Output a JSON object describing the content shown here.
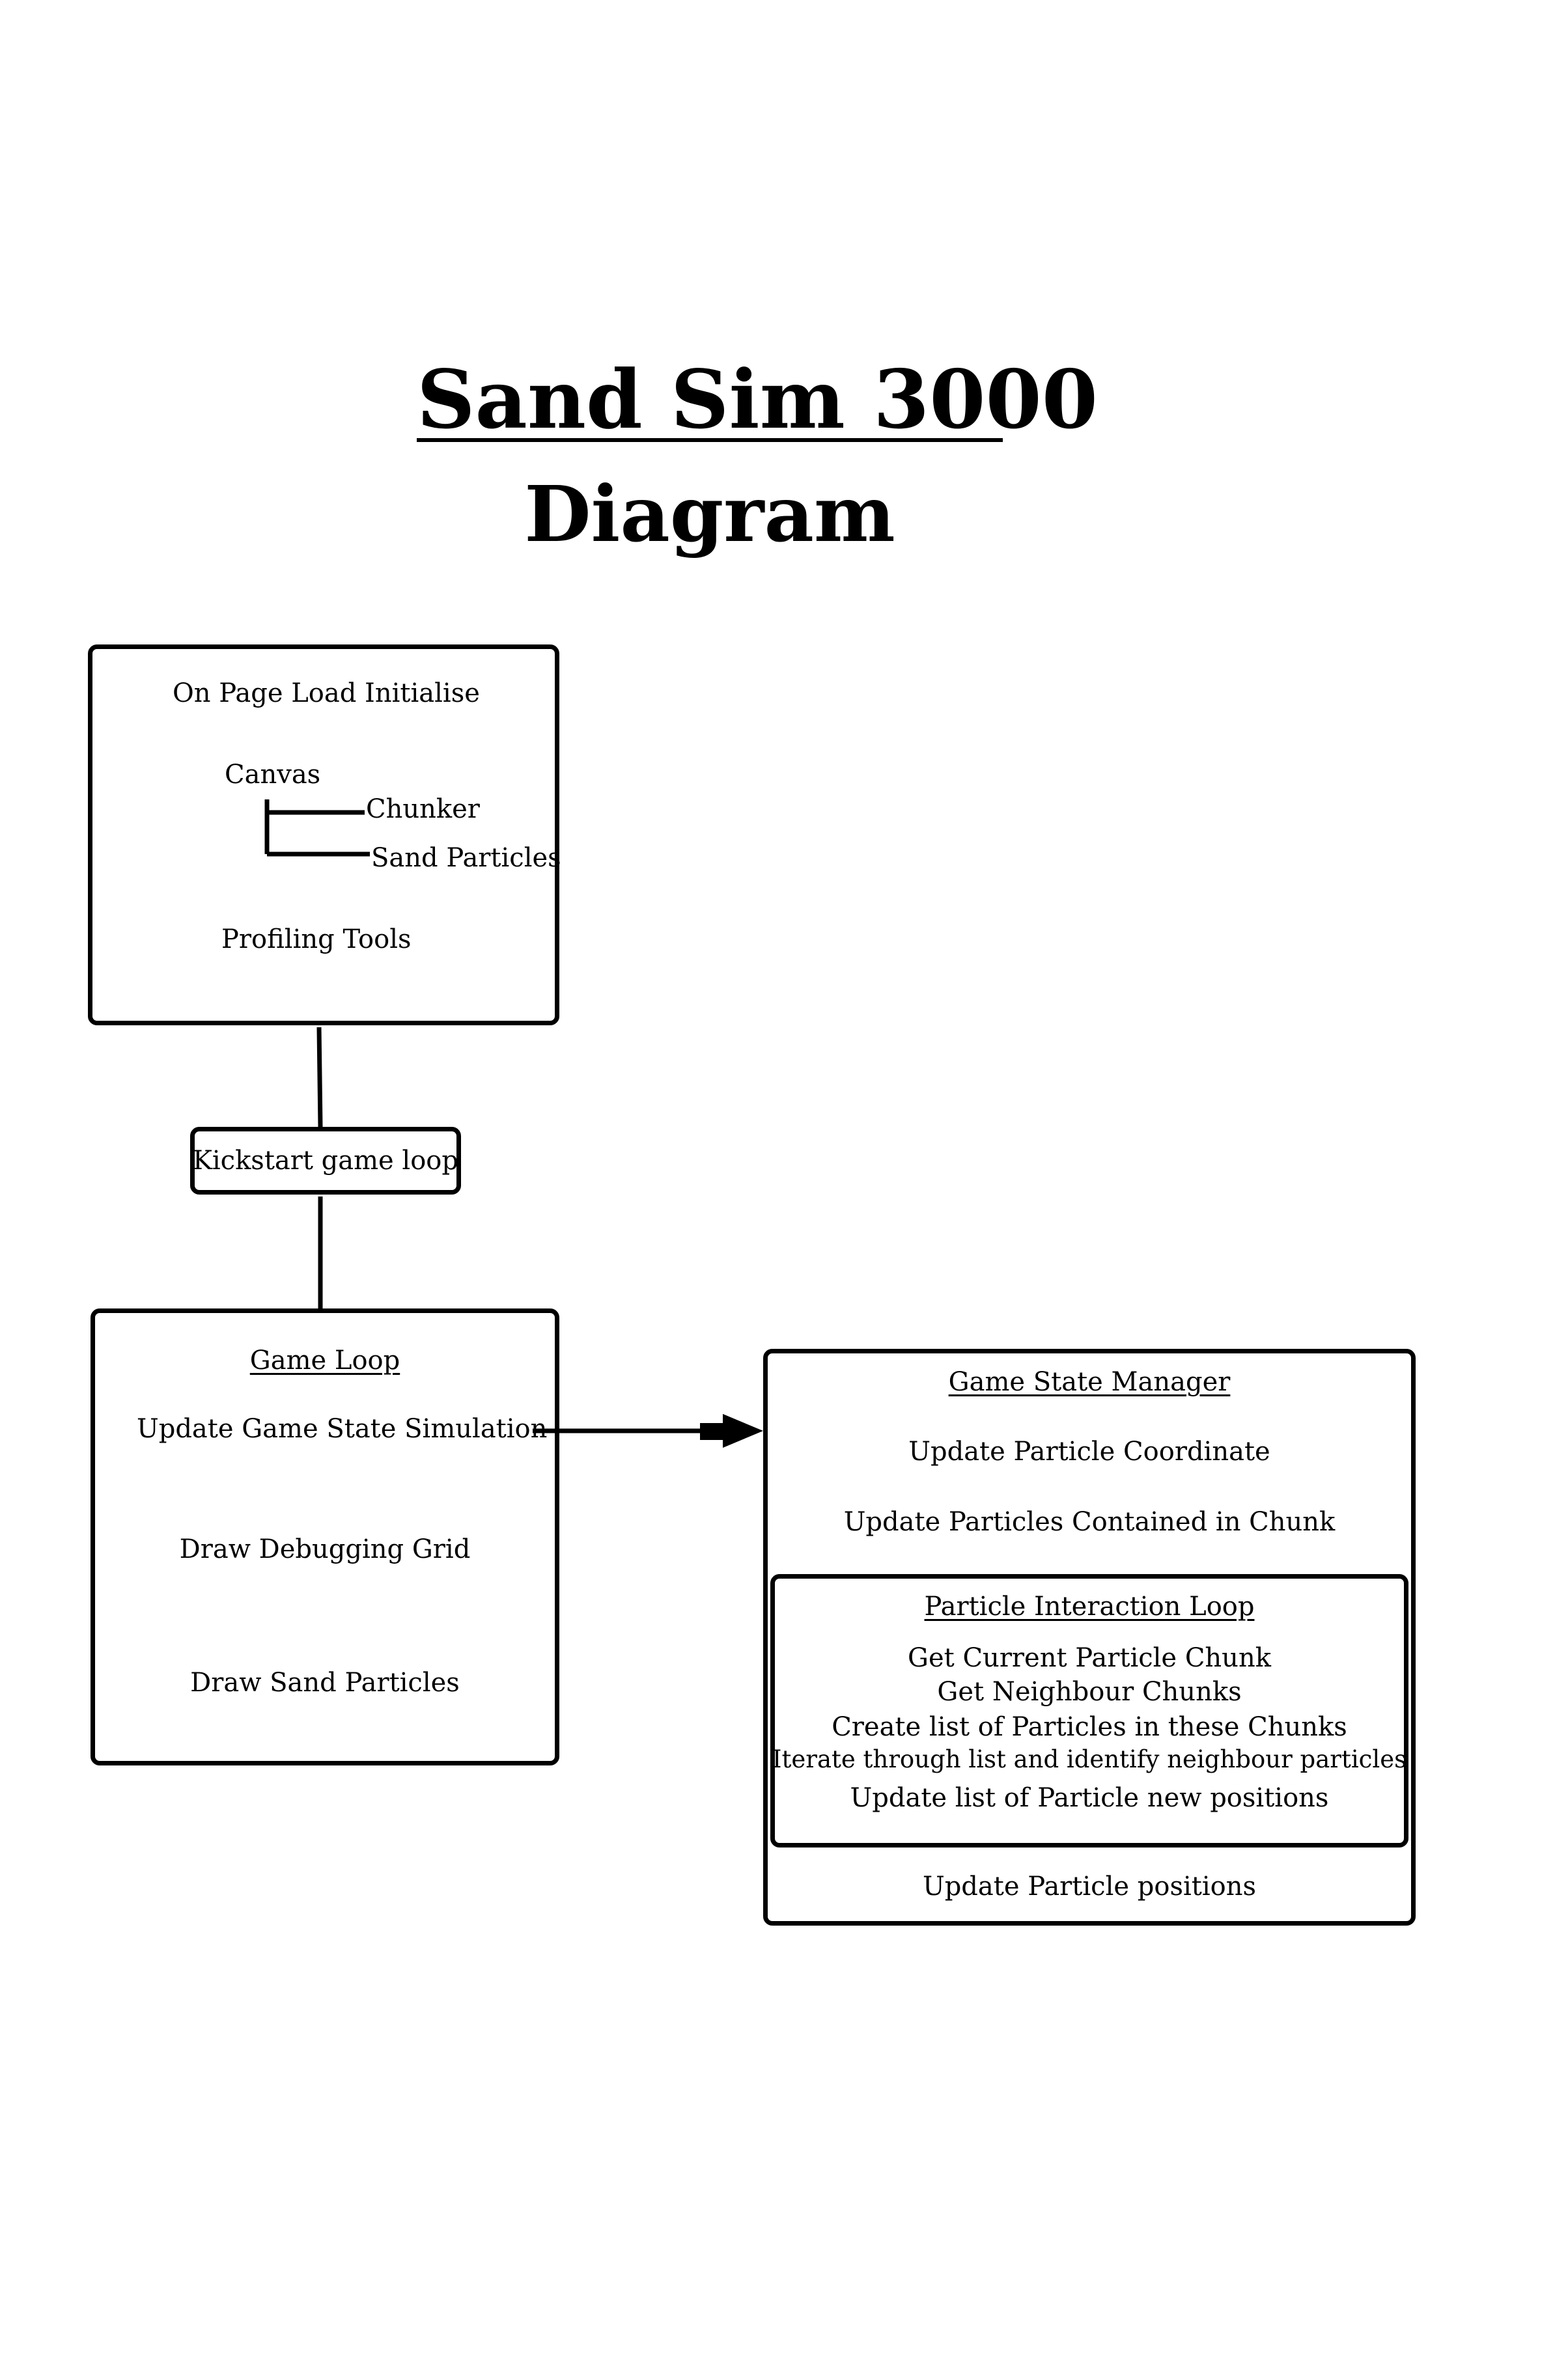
{
  "title": "Sand Sim 3000",
  "subtitle": "Diagram",
  "init_box": {
    "heading": "On Page Load Initialise",
    "canvas": "Canvas",
    "chunker": "Chunker",
    "sand_particles": "Sand Particles",
    "profiling_tools": "Profiling Tools"
  },
  "kickstart": "Kickstart game loop",
  "game_loop": {
    "heading": "Game Loop",
    "update": "Update Game State Simulation",
    "draw_grid": "Draw Debugging Grid",
    "draw_particles": "Draw Sand Particles"
  },
  "state_manager": {
    "heading": "Game State Manager",
    "update_coord": "Update Particle Coordinate",
    "update_contained": "Update Particles Contained in Chunk",
    "final_step": "Update Particle positions"
  },
  "interaction_loop": {
    "heading": "Particle Interaction Loop",
    "steps": [
      "Get Current Particle Chunk",
      "Get Neighbour Chunks",
      "Create list of Particles in these Chunks",
      "Iterate through list and identify neighbour particles",
      "Update list of Particle new positions"
    ]
  }
}
